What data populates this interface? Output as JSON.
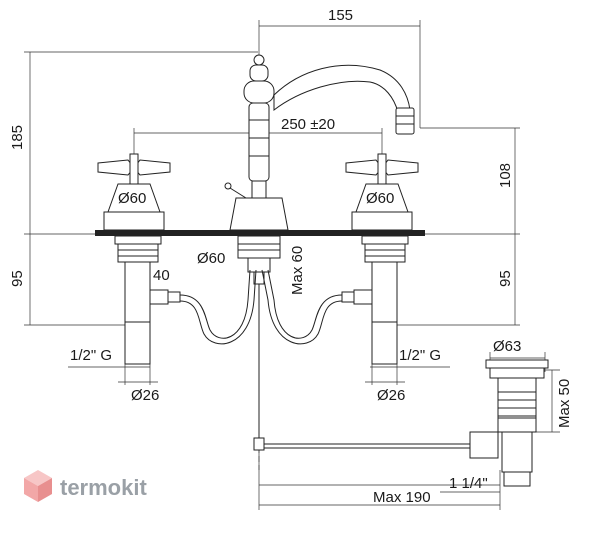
{
  "dimensions": {
    "width_155": "155",
    "height_185": "185",
    "spread_250": "250 ±20",
    "height_108": "108",
    "left_dia_60": "Ø60",
    "right_dia_60": "Ø60",
    "center_dia_60": "Ø60",
    "max_60": "Max 60",
    "left_95": "95",
    "right_95": "95",
    "dim_40": "40",
    "left_thread": "1/2\" G",
    "right_thread": "1/2\" G",
    "left_dia_26": "Ø26",
    "right_dia_26": "Ø26",
    "waste_dia_63": "Ø63",
    "waste_max_50": "Max 50",
    "waste_thread": "1 1/4\"",
    "max_190": "Max 190"
  },
  "logo": {
    "brand": "termokit",
    "icon": "cube-icon",
    "color": "#9aa0a6",
    "accent": "#f2a7a7"
  }
}
